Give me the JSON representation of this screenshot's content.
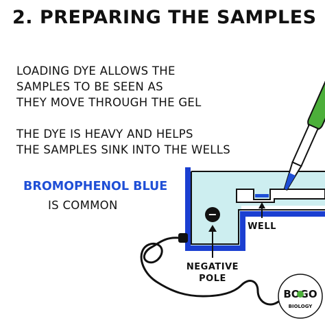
{
  "title": "2. PREPARING THE SAMPLES",
  "paragraph1": {
    "line1": "LOADING DYE ALLOWS THE",
    "line2": "SAMPLES TO BE SEEN AS",
    "line3": "THEY MOVE THROUGH THE GEL"
  },
  "paragraph2": {
    "line1": "THE DYE IS HEAVY AND HELPS",
    "line2": "THE SAMPLES SINK INTO THE WELLS"
  },
  "dye_name": "BROMOPHENOL BLUE",
  "dye_note": "IS COMMON",
  "labels": {
    "well": "WELL",
    "negative_line1": "NEGATIVE",
    "negative_line2": "POLE",
    "negative_symbol": "−"
  },
  "logo": {
    "top": "BOGO",
    "bottom": "BIOLOGY"
  },
  "colors": {
    "gel_fill": "#cdeef0",
    "tank_outline": "#1b3fd1",
    "pipette_green": "#4caf3a",
    "dye_blue": "#1f4fd6"
  }
}
